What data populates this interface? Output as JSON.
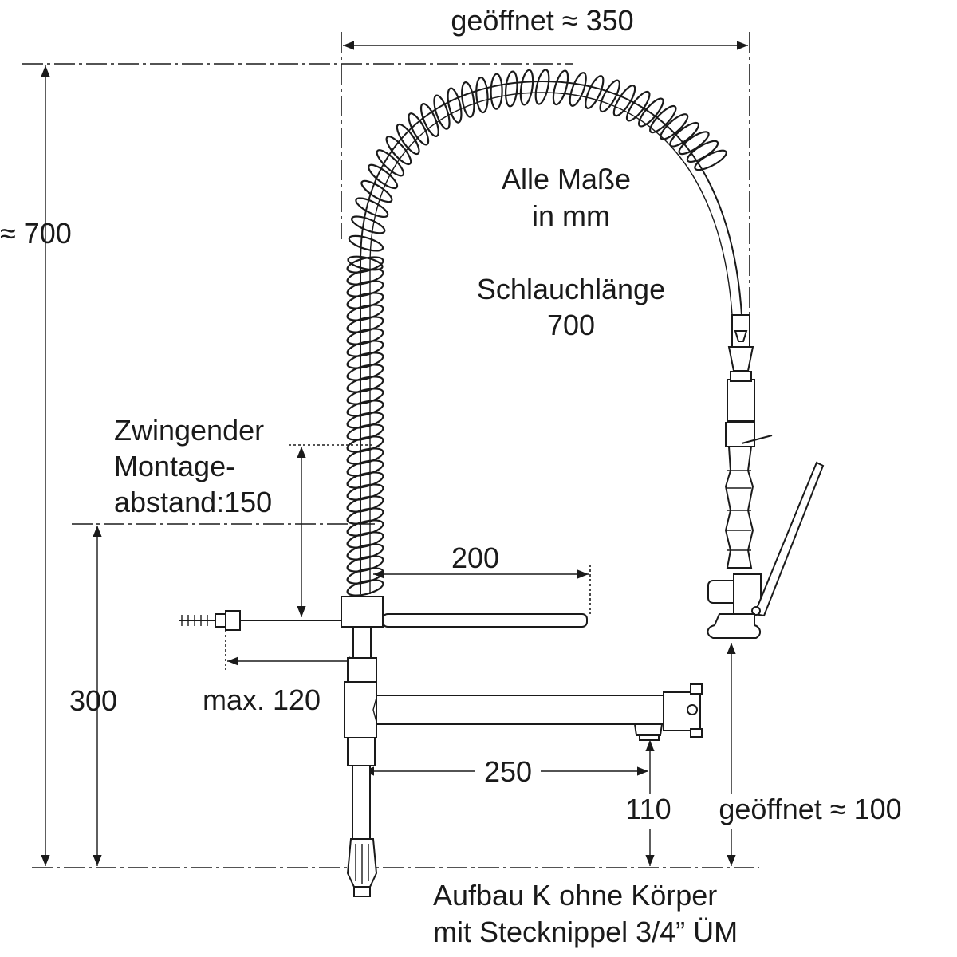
{
  "dimensions": {
    "width_open": "geöffnet ≈ 350",
    "height_total": "≈ 700",
    "units_line1": "Alle Maße",
    "units_line2": "in mm",
    "hose_line1": "Schlauchlänge",
    "hose_line2": "700",
    "mounting_line1": "Zwingender",
    "mounting_line2": "Montage-",
    "mounting_line3": "abstand:150",
    "arm_reach": "200",
    "max_depth": "max. 120",
    "height_300": "300",
    "spout_reach": "250",
    "spout_height": "110",
    "spray_open": "geöffnet ≈ 100"
  },
  "caption": {
    "line1": "Aufbau K ohne Körper",
    "line2": "mit Stecknippel 3/4” ÜM"
  },
  "colors": {
    "line": "#1a1a1a",
    "background": "#ffffff"
  }
}
